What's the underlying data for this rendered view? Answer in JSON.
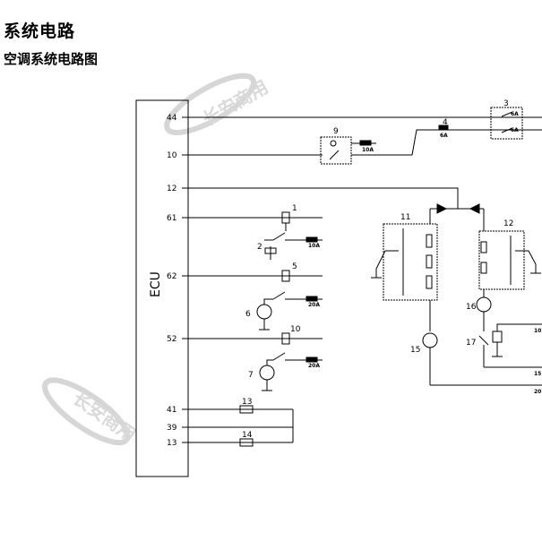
{
  "header": {
    "title": "系统电路",
    "subtitle": "空调系统电路图"
  },
  "ecu": {
    "label": "ECU",
    "pins": [
      "44",
      "10",
      "12",
      "61",
      "62",
      "52",
      "41",
      "39",
      "13"
    ]
  },
  "components": [
    "1",
    "2",
    "3",
    "4",
    "5",
    "6",
    "7",
    "9",
    "10",
    "11",
    "12",
    "13",
    "14",
    "15",
    "16",
    "17"
  ],
  "fuses": {
    "f9": "10A",
    "f1": "10A",
    "f5": "20A",
    "f10": "20A",
    "f4": "6A",
    "f3a": "6A",
    "f3b": "6A",
    "r17a": "10",
    "r17b": "15",
    "r17c": "20"
  },
  "watermark": {
    "top": "长安商用",
    "bottom": "长安商用"
  }
}
